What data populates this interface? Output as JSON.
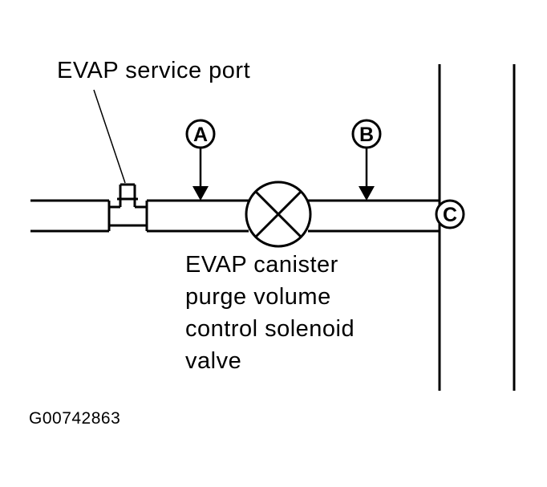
{
  "labels": {
    "service_port": "EVAP service port",
    "solenoid_valve_lines": [
      "EVAP canister",
      "purge volume",
      "control solenoid",
      "valve"
    ]
  },
  "callouts": {
    "a": "A",
    "b": "B",
    "c": "C"
  },
  "figure_id": "G00742863"
}
